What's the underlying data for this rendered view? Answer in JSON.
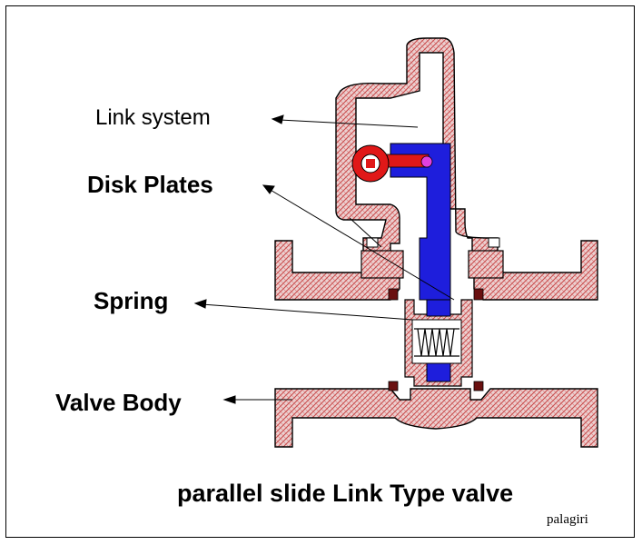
{
  "labels": {
    "link_system": "Link system",
    "disk_plates": "Disk Plates",
    "spring": "Spring",
    "valve_body": "Valve Body"
  },
  "title": "parallel slide Link Type valve",
  "credit": "palagiri",
  "colors": {
    "body_fill": "#e8c8c8",
    "body_hatch": "#c84848",
    "link": "#1e1edc",
    "lever": "#e01818",
    "pivot": "#e040e0",
    "gasket": "#6a1010",
    "seat": "#7a3030",
    "outline": "#000000"
  }
}
